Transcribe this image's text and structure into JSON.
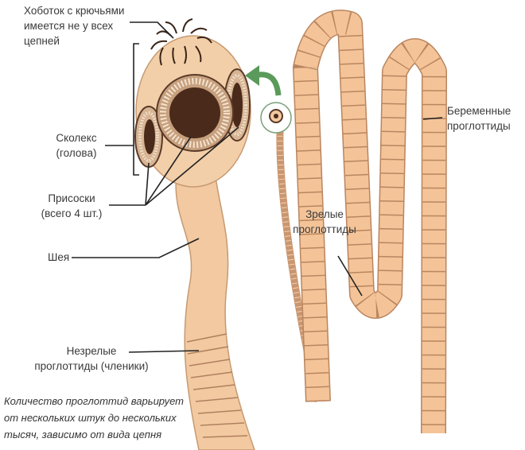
{
  "title": "Строение цепня",
  "labels": {
    "proboscis": [
      "Хоботок с крючьями",
      "имеется не у всех",
      "цепней"
    ],
    "scolex": [
      "Сколекс",
      "(голова)"
    ],
    "suckers": [
      "Присоски",
      "(всего 4 шт.)"
    ],
    "neck": "Шея",
    "immature": [
      "Незрелые",
      "проглоттиды (членики)"
    ],
    "mature": [
      "Зрелые",
      "проглоттиды"
    ],
    "gravid": [
      "Беременные",
      "проглоттиды"
    ]
  },
  "note": [
    "Количество проглоттид варьирует",
    "от нескольких штук до нескольких",
    "тысяч, зависимо от вида цепня"
  ],
  "colors": {
    "body": "#f2c9a0",
    "segment": "#f0b07e",
    "sucker": "#4a2a1a",
    "arrow": "#5a9a5a",
    "line": "#222222"
  }
}
